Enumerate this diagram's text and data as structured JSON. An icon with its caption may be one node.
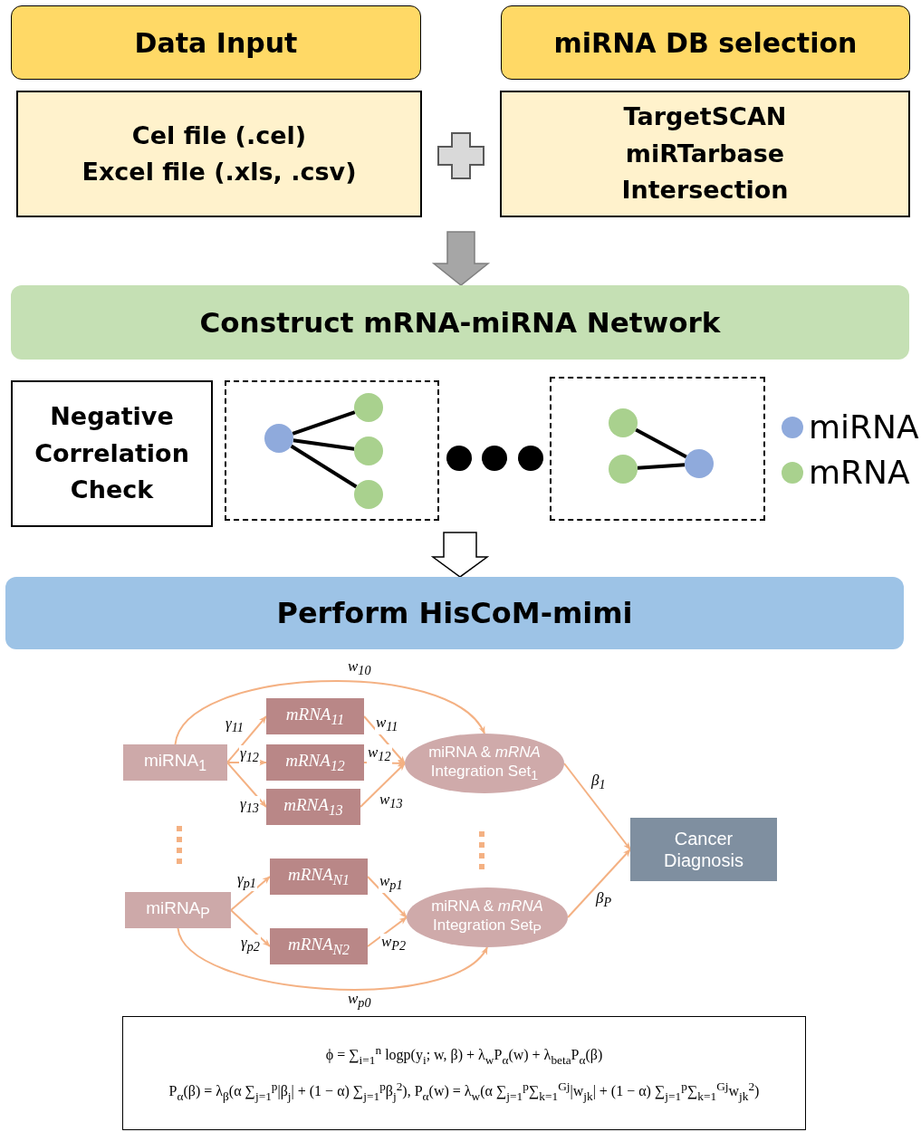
{
  "diagram": {
    "nodes": [
      {
        "text": [
          "Data Input"
        ]
      },
      {
        "text": [
          "Cel file (.cel)",
          "Excel file (.xls, .csv)"
        ]
      },
      {
        "text": [
          "miRNA DB selection"
        ]
      },
      {
        "text": [
          "TargetSCAN",
          "miRTarbase",
          "Intersection"
        ]
      },
      {
        "text": [
          "Construct mRNA-miRNA Network"
        ]
      },
      {
        "text": [
          "Negative Correlation Check"
        ]
      },
      {
        "text": [],
        "shape": "box"
      },
      {
        "text": [],
        "shape": "circle",
        "in": 6
      },
      {
        "text": [],
        "shape": "circle",
        "in": 6
      },
      {
        "text": [],
        "shape": "circle",
        "in": 6
      },
      {
        "text": [],
        "shape": "circle",
        "in": 6
      },
      {
        "text": [],
        "shape": "box"
      },
      {
        "text": [],
        "shape": "circle",
        "in": 11
      },
      {
        "text": [],
        "shape": "circle",
        "in": 11
      },
      {
        "text": [],
        "shape": "circle",
        "in": 11
      },
      {
        "text": [
          "Perform HisCoM-mimi"
        ]
      },
      {
        "text": [
          "miRNA$_{1}$"
        ]
      },
      {
        "text": [
          "mRNA$_{11}$"
        ]
      },
      {
        "text": [
          "mRNA$_{12}$"
        ]
      },
      {
        "text": [
          "mRNA$_{13}$"
        ]
      },
      {
        "text": [
          "miRNA & *mRNA* Integration Set$_{1}$"
        ]
      },
      {
        "text": [
          "miRNA$_{P}$"
        ]
      },
      {
        "text": [
          "mRNA$_{N1}$"
        ]
      },
      {
        "text": [
          "mRNA$_{N2}$"
        ]
      },
      {
        "text": [
          "miRNA & *mRNA* Integration Set$_{P}$"
        ]
      },
      {
        "text": [
          "Cancer Diagnosis"
        ]
      },
      {
        "text": [
          "ϕ = ∑$_{i=1}$$^{n}$ logp(y$_{i}$; w, β) + λ$_{w}$P$_{α}$(w) + λ$_{beta}$P$_{α}$(β)",
          "P$_{α}$(β) = λ$_{β}$(α ∑$_{j=1}$$^{p}$|β$_{j}$| + (1 − α) ∑$_{j=1}$$^{p}$β$_{j}$$^{2}$), P$_{α}$(w) = λ$_{w}$(α ∑$_{j=1}$$^{p}$∑$_{k=1}$$^{Gj}$|w$_{jk}$| + (1 − α) ∑$_{j=1}$$^{p}$∑$_{k=1}$$^{Gj}$w$_{jk}$$^{2}$)"
        ]
      }
    ],
    "edges": [
      {
        "from": null,
        "to": 4,
        "arrow": "to",
        "style": "thick",
        "color": "#a6a6a6"
      },
      {
        "from": 7,
        "to": 8,
        "arrow": "none",
        "style": "thick",
        "color": "#000000"
      },
      {
        "from": 7,
        "to": 9,
        "arrow": "none",
        "style": "thick",
        "color": "#000000"
      },
      {
        "from": 7,
        "to": 10,
        "arrow": "none",
        "style": "thick",
        "color": "#000000"
      },
      {
        "from": 12,
        "to": 14,
        "arrow": "none",
        "style": "thick",
        "color": "#000000"
      },
      {
        "from": 13,
        "to": 14,
        "arrow": "none",
        "style": "thick",
        "color": "#000000"
      },
      {
        "from": null,
        "to": 15,
        "arrow": "to",
        "style": "thick"
      },
      {
        "from": 16,
        "to": 20,
        "arrow": "to",
        "label": "w$_{10}$"
      },
      {
        "from": 16,
        "to": 17,
        "arrow": "to",
        "label": "γ$_{11}$"
      },
      {
        "from": 16,
        "to": 18,
        "arrow": "to",
        "label": "γ$_{12}$"
      },
      {
        "from": 16,
        "to": 19,
        "arrow": "to",
        "label": "γ$_{13}$"
      },
      {
        "from": 17,
        "to": 20,
        "arrow": "to",
        "label": "w$_{11}$"
      },
      {
        "from": 18,
        "to": 20,
        "arrow": "to",
        "label": "w$_{12}$"
      },
      {
        "from": 19,
        "to": 20,
        "arrow": "to",
        "label": "w$_{13}$"
      },
      {
        "from": 20,
        "to": 25,
        "arrow": "to",
        "label": "β$_{1}$"
      },
      {
        "from": 21,
        "to": 22,
        "arrow": "to",
        "label": "γ$_{p1}$"
      },
      {
        "from": 21,
        "to": 23,
        "arrow": "to",
        "label": "γ$_{p2}$"
      },
      {
        "from": 22,
        "to": 24,
        "arrow": "to",
        "label": "w$_{p1}$"
      },
      {
        "from": 23,
        "to": 24,
        "arrow": "to",
        "label": "w$_{P2}$"
      },
      {
        "from": 24,
        "to": 25,
        "arrow": "to",
        "label": "β$_{P}$"
      },
      {
        "from": 21,
        "to": 24,
        "arrow": "to",
        "label": "w$_{p0}$"
      }
    ],
    "legend": [
      {
        "text": "miRNA",
        "color": "#8faadc"
      },
      {
        "text": "mRNA",
        "color": "#a9d18e"
      }
    ]
  }
}
